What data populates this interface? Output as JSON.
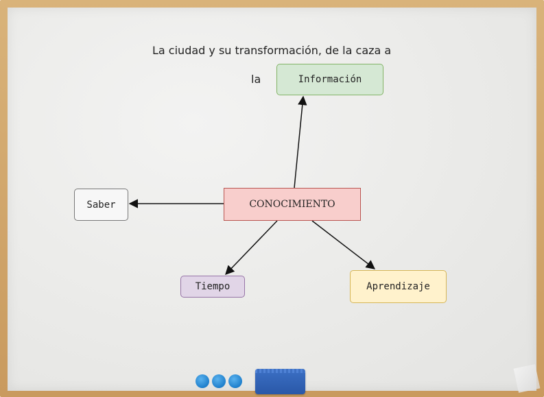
{
  "title": {
    "line1": "La ciudad y su transformación, de la caza a",
    "line2": "la"
  },
  "nodes": {
    "center": "CONOCIMIENTO",
    "top": "Información",
    "left": "Saber",
    "bottom_left": "Tiempo",
    "bottom_right": "Aprendizaje"
  },
  "edges": [
    {
      "from": "CONOCIMIENTO",
      "to": "Información"
    },
    {
      "from": "CONOCIMIENTO",
      "to": "Saber"
    },
    {
      "from": "CONOCIMIENTO",
      "to": "Tiempo"
    },
    {
      "from": "CONOCIMIENTO",
      "to": "Aprendizaje"
    }
  ],
  "colors": {
    "center_fill": "#f8cecc",
    "top_fill": "#d5e8d4",
    "left_fill": "#f7f7f7",
    "bottom_left_fill": "#e1d5e7",
    "bottom_right_fill": "#fff2cc",
    "frame": "#c99a5e",
    "board": "#ececea",
    "magnet": "#1e7fcc",
    "eraser": "#2a58a8"
  }
}
